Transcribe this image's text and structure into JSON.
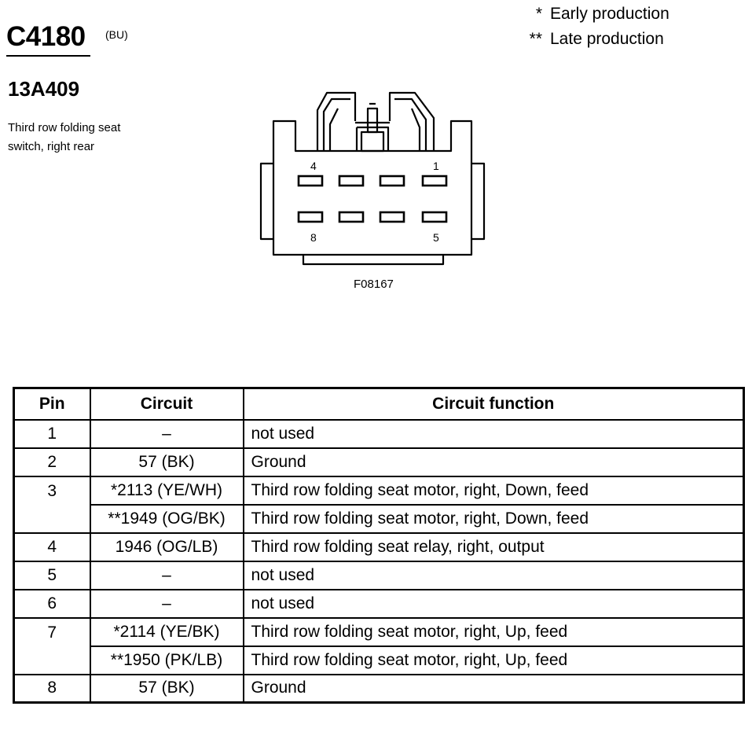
{
  "header": {
    "connector_id": "C4180",
    "connector_color": "(BU)",
    "part_number": "13A409",
    "description": "Third row folding seat switch, right rear"
  },
  "legend": {
    "early": {
      "symbol": "*",
      "text": "Early production"
    },
    "late": {
      "symbol": "**",
      "text": "Late production"
    }
  },
  "diagram": {
    "figure_id": "F08167",
    "pin_labels": {
      "top_left": "4",
      "top_right": "1",
      "bottom_left": "8",
      "bottom_right": "5"
    }
  },
  "table": {
    "headers": {
      "pin": "Pin",
      "circuit": "Circuit",
      "function": "Circuit function"
    },
    "rows": [
      {
        "pin": "1",
        "circuit": "–",
        "function": "not used"
      },
      {
        "pin": "2",
        "circuit": "57 (BK)",
        "function": "Ground"
      },
      {
        "pin": "3",
        "circuit": "*2113 (YE/WH)",
        "function": "Third row folding seat motor, right, Down, feed"
      },
      {
        "pin": "",
        "circuit": "**1949 (OG/BK)",
        "function": "Third row folding seat motor, right, Down, feed"
      },
      {
        "pin": "4",
        "circuit": "1946 (OG/LB)",
        "function": "Third row folding seat relay, right, output"
      },
      {
        "pin": "5",
        "circuit": "–",
        "function": "not used"
      },
      {
        "pin": "6",
        "circuit": "–",
        "function": "not used"
      },
      {
        "pin": "7",
        "circuit": "*2114 (YE/BK)",
        "function": "Third row folding seat motor, right, Up, feed"
      },
      {
        "pin": "",
        "circuit": "**1950 (PK/LB)",
        "function": "Third row folding seat motor, right, Up, feed"
      },
      {
        "pin": "8",
        "circuit": "57 (BK)",
        "function": "Ground"
      }
    ]
  }
}
